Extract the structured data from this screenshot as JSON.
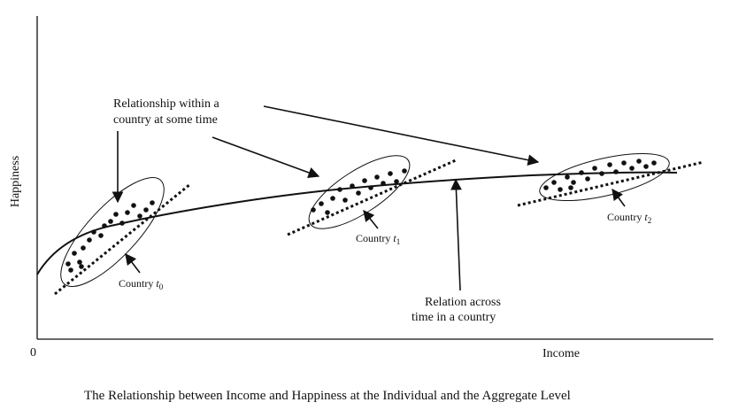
{
  "axes": {
    "y_label": "Happiness",
    "x_label": "Income",
    "origin": "0"
  },
  "annotations": {
    "within_line1": "Relationship within a",
    "within_line2": "country at some time",
    "across_line1": "Relation across",
    "across_line2": "time in a country"
  },
  "countries": [
    {
      "prefix": "Country ",
      "var": "t",
      "sub": "0"
    },
    {
      "prefix": "Country ",
      "var": "t",
      "sub": "1"
    },
    {
      "prefix": "Country ",
      "var": "t",
      "sub": "2"
    }
  ],
  "caption": "The Relationship between Income and Happiness at the Individual and the Aggregate Level"
}
